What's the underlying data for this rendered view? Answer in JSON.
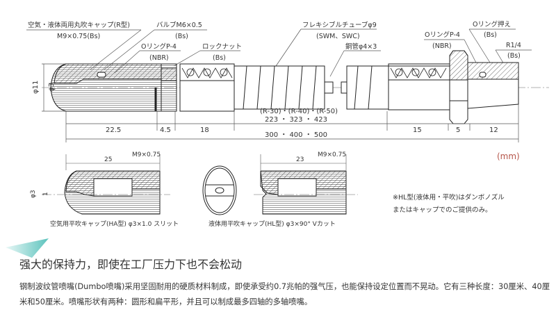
{
  "labels": {
    "cap_r_name": "空気・液体両用丸吹キャップ(R型)",
    "cap_r_spec": "M9×0.75(Bs)",
    "valve_name": "バルブM6×0.5",
    "valve_spec": "(Bs)",
    "oring_left_name": "OリングP-4",
    "oring_left_spec": "(NBR)",
    "locknut_name": "ロックナット",
    "locknut_spec": "(Bs)",
    "flex_tube_name": "フレキシブルチューブφ9",
    "flex_tube_spec": "(SWM、SWC)",
    "copper_pipe": "銅管φ4×3",
    "oring_right_name": "OリングP-4",
    "oring_right_spec": "(NBR)",
    "oring_retainer_name": "Oリング押え",
    "oring_retainer_spec": "(Bs)",
    "thread_name": "R1/4",
    "thread_spec": "(Bs)",
    "dia_outer": "φ11",
    "dia_inner": "φ3"
  },
  "dimensions": {
    "d1": "22.5",
    "d2": "4.5",
    "d3": "18",
    "tube_models": "(R-30)・(R-40)・(R-50)",
    "tube_lengths": "223 ・ 323 ・ 423",
    "d5": "15",
    "d6": "5",
    "d7": "12",
    "total_lengths": "300 ・ 400 ・ 500",
    "unit": "(mm)"
  },
  "ha_cap": {
    "length": "25",
    "thread": "M9×0.75",
    "dia": "φ3",
    "slit": "1",
    "caption": "空気用平吹キャップ(HA型) φ3×1.0 スリット"
  },
  "hl_cap": {
    "length": "23",
    "thread": "M9×0.75",
    "caption": "液体用平吹キャップ(HL型) φ3×90° Vカット"
  },
  "note": {
    "line1": "※HL型(液体用・平吹)はダンボノズル",
    "line2": "またはキャップでのご提供のみ。"
  },
  "article": {
    "heading": "强大的保持力，即使在工厂压力下也不会松动",
    "body": "钢制波纹管喷嘴(Dumbo喷嘴)采用坚固耐用的硬质材料制成，即使承受约0.7兆帕的强气压，也能保持设定位置而不晃动。它有三种长度：30厘米、40厘米和50厘米。喷嘴形状有两种：圆形和扁平形，并且可以制成最多四轴的多轴喷嘴。"
  },
  "colors": {
    "accent": "#5cc3bd",
    "unit": "#b5554a",
    "text": "#333333"
  }
}
